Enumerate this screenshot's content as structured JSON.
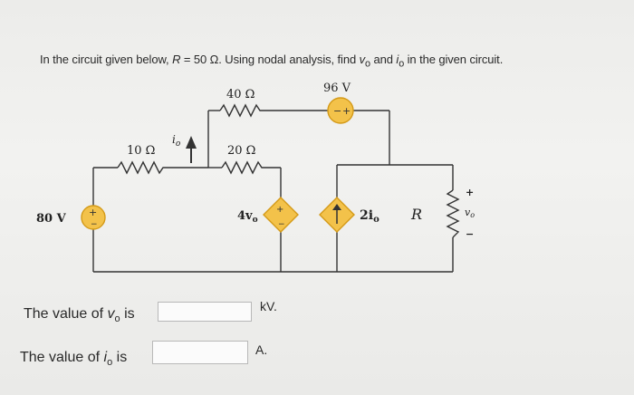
{
  "question": {
    "part1": "In the circuit given below, ",
    "r_var": "R",
    "part2": " = 50 Ω. Using nodal analysis, find ",
    "vo_var": "v",
    "vo_sub": "o",
    "part3": " and ",
    "io_var": "i",
    "io_sub": "o",
    "part4": " in the given circuit."
  },
  "circuit": {
    "r40": "40 Ω",
    "v96": "96 V",
    "r10": "10 Ω",
    "io_tag": "i",
    "io_tag_sub": "o",
    "r20": "20 Ω",
    "v80": "80 V",
    "dep_v": "4v",
    "dep_v_sub": "o",
    "dep_i": "2i",
    "dep_i_sub": "o",
    "r_label": "R",
    "vo_plus": "+",
    "vo_label": "v",
    "vo_label_sub": "o",
    "vo_minus": "−",
    "src_plus": "+",
    "src_minus": "−"
  },
  "answers": {
    "vo_prefix": "The value of ",
    "vo_var": "v",
    "vo_sub": "o",
    "vo_suffix": " is",
    "vo_value": "",
    "vo_unit": "kV.",
    "io_prefix": "The value of ",
    "io_var": "i",
    "io_sub": "o",
    "io_suffix": " is",
    "io_value": "",
    "io_unit": "A."
  },
  "colors": {
    "source_fill": "#f3c24a",
    "source_edge": "#d49a18",
    "wire": "#333333"
  }
}
